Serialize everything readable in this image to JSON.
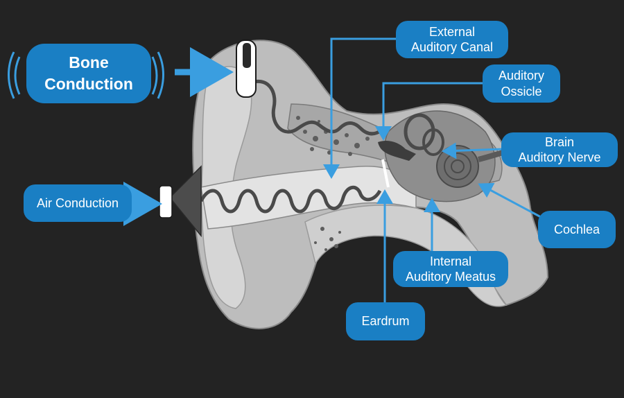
{
  "labels": {
    "bone_conduction": [
      "Bone",
      "Conduction"
    ],
    "air_conduction": [
      "Air Conduction"
    ],
    "external_auditory_canal": [
      "External",
      "Auditory Canal"
    ],
    "auditory_ossicle": [
      "Auditory",
      "Ossicle"
    ],
    "brain_auditory_nerve": [
      "Brain",
      "Auditory Nerve"
    ],
    "cochlea": [
      "Cochlea"
    ],
    "internal_auditory_meatus": [
      "Internal",
      "Auditory Meatus"
    ],
    "eardrum": [
      "Eardrum"
    ]
  },
  "colors": {
    "background": "#232323",
    "label_fill": "#1a7fc4",
    "label_text": "#ffffff",
    "arrow": "#3a9ee0",
    "anatomy_light": "#c9c9c9",
    "anatomy_mid": "#9a9a9a",
    "anatomy_dark": "#555555"
  }
}
